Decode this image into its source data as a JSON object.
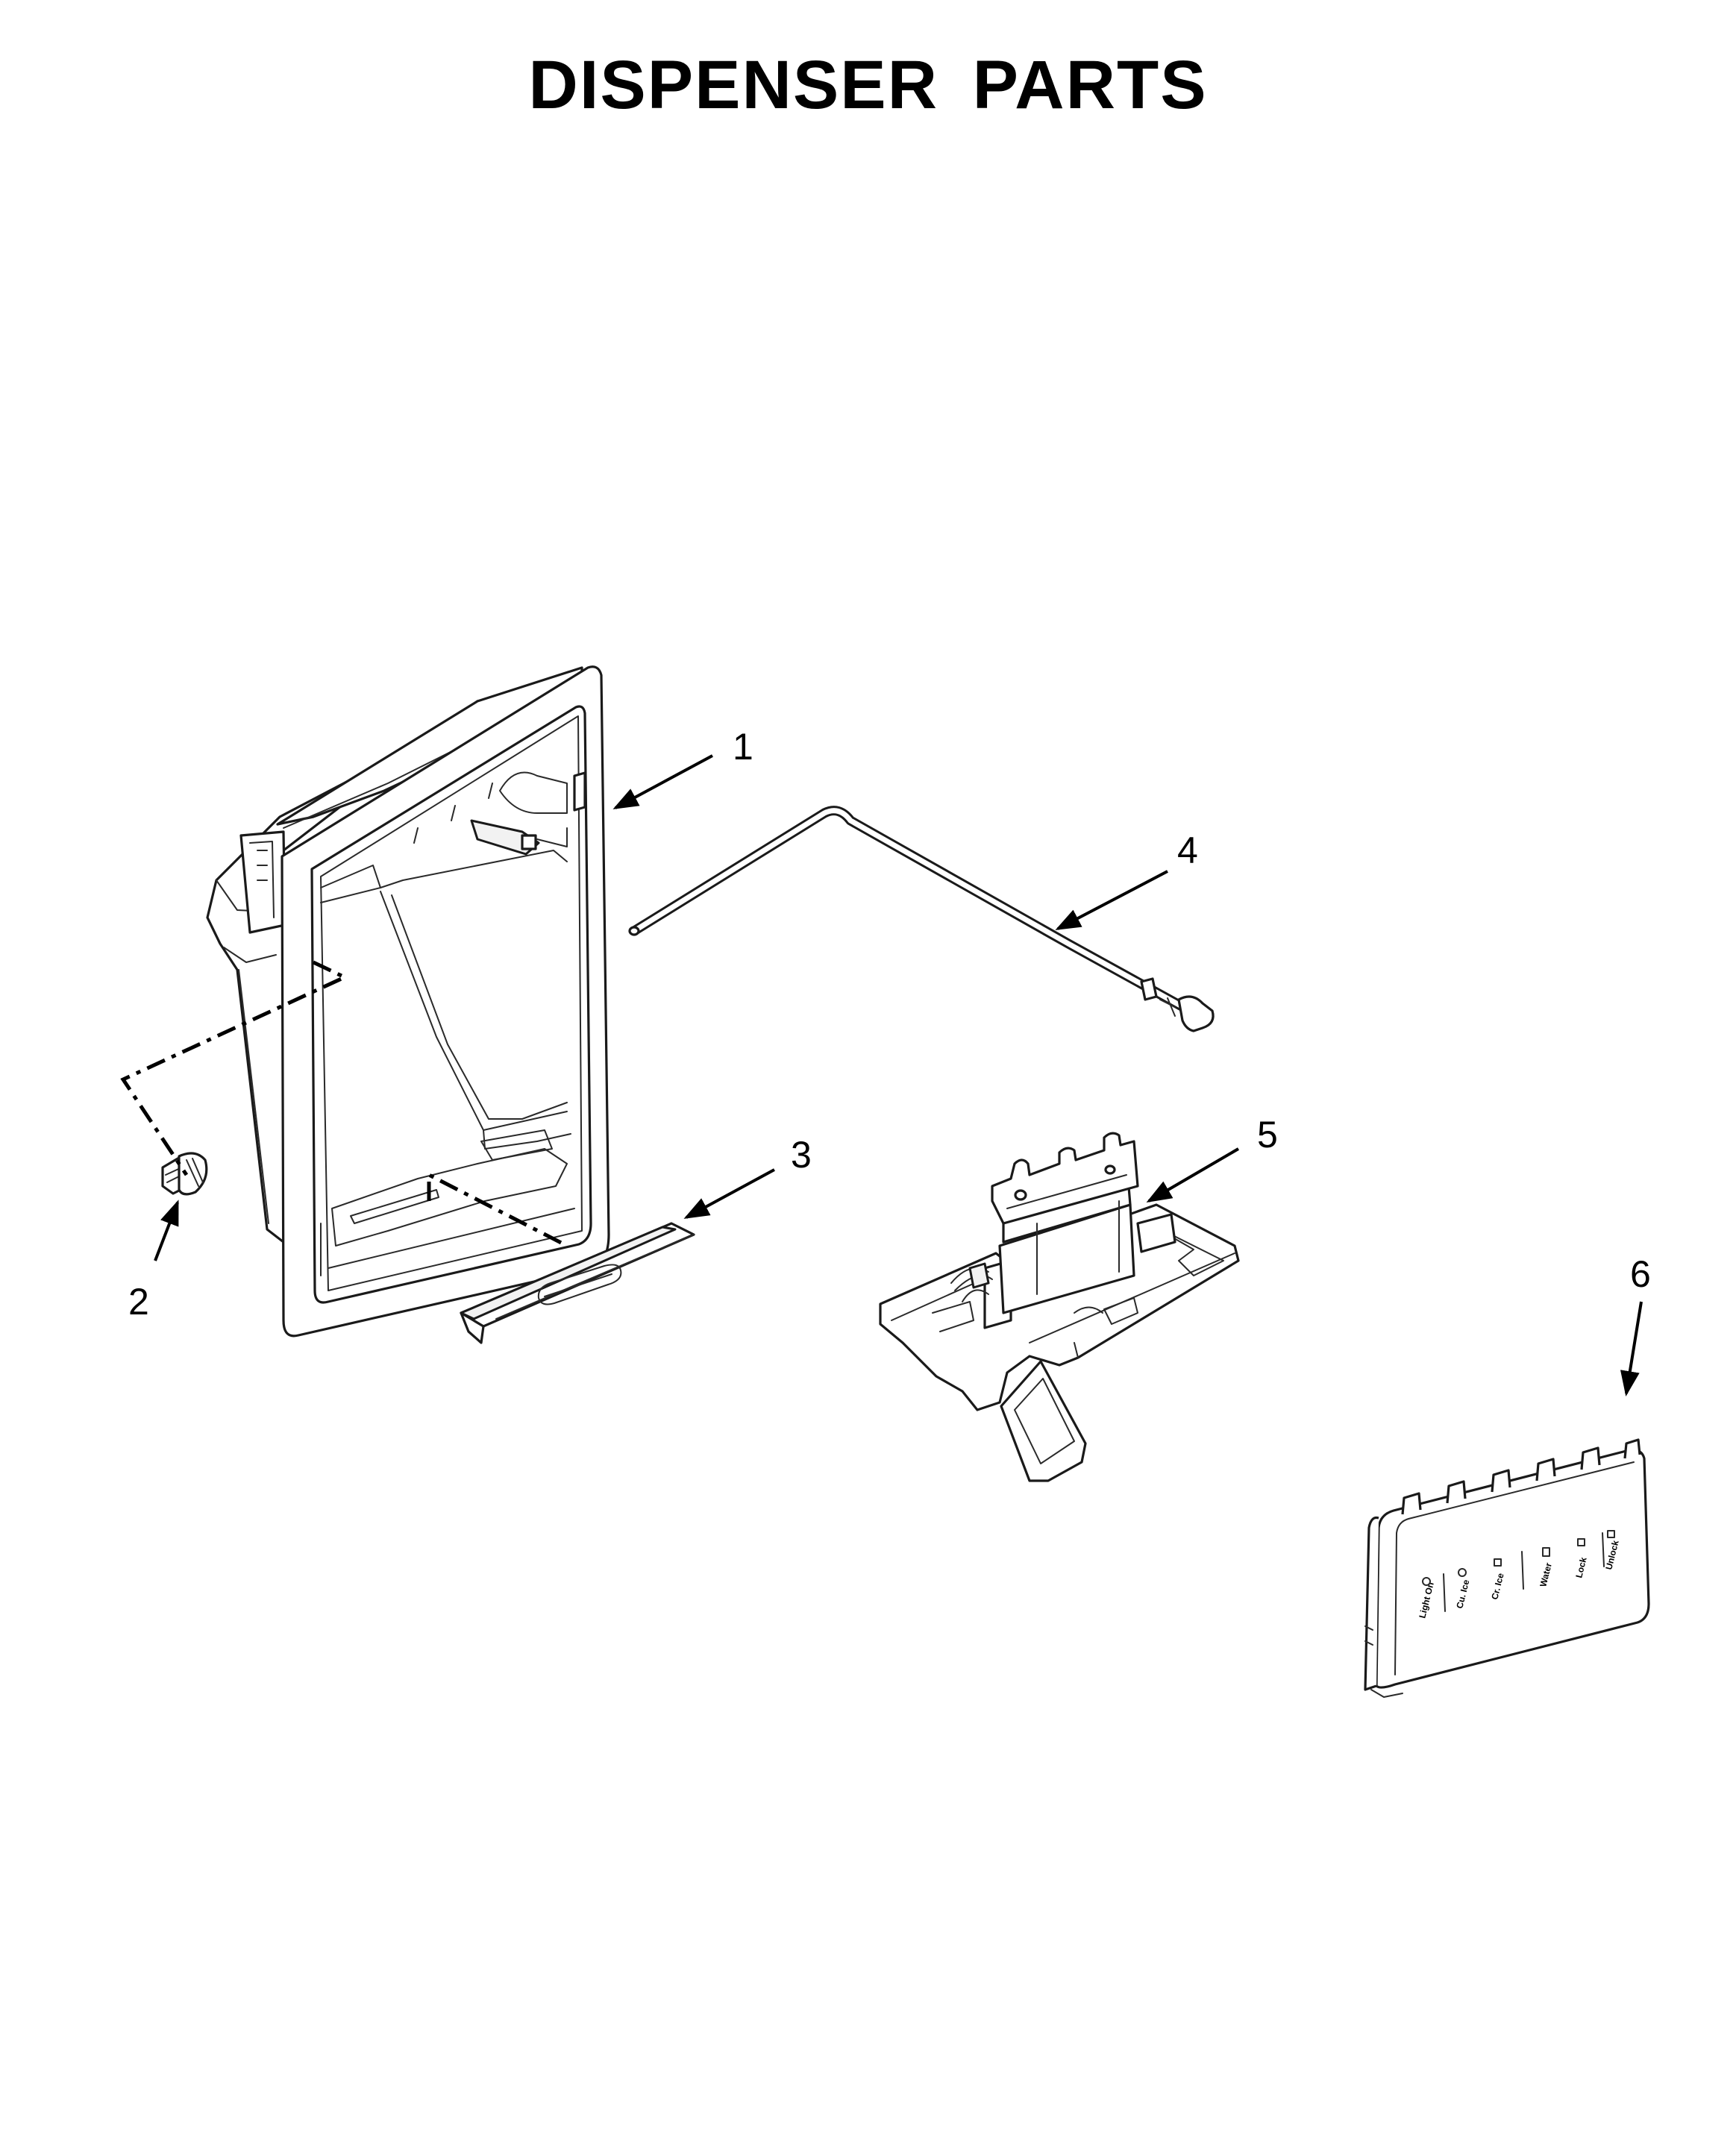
{
  "title": "DISPENSER PARTS",
  "callouts": [
    "1",
    "2",
    "3",
    "4",
    "5",
    "6"
  ],
  "panel_labels": [
    "Light On",
    "Cu. Ice",
    "Cr. Ice",
    "Water",
    "Lock",
    "Unlock"
  ]
}
